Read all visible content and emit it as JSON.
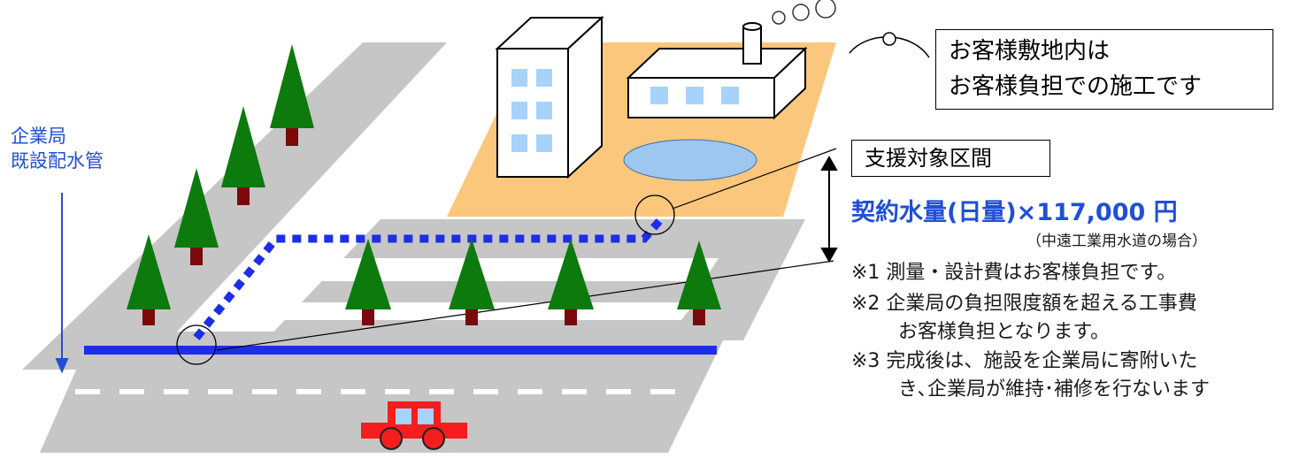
{
  "labels": {
    "pipe_line1": "企業局",
    "pipe_line2": "既設配水管",
    "speech_line1": "お客様敷地内は",
    "speech_line2": "お客様負担での施工です",
    "section": "支援対象区間",
    "price": "契約水量(日量)×117,000 円",
    "price_note": "（中遠工業用水道の場合）",
    "note1": "※1  測量・設計費はお客様負担です。",
    "note2a": "※2  企業局の負担限度額を超える工事費",
    "note2b": "お客様負担となります。",
    "note3a": "※3  完成後は、施設を企業局に寄附いた",
    "note3b": "き､企業局が維持･補修を行ないます"
  },
  "colors": {
    "road": "#c6c6c6",
    "site": "#fbc77d",
    "pond": "#9ec7ef",
    "pipe": "#1c2ee8",
    "tree": "#0d7a0d",
    "trunk": "#7a0a0a",
    "car": "#f51d1d",
    "window": "#a7d3fb"
  }
}
